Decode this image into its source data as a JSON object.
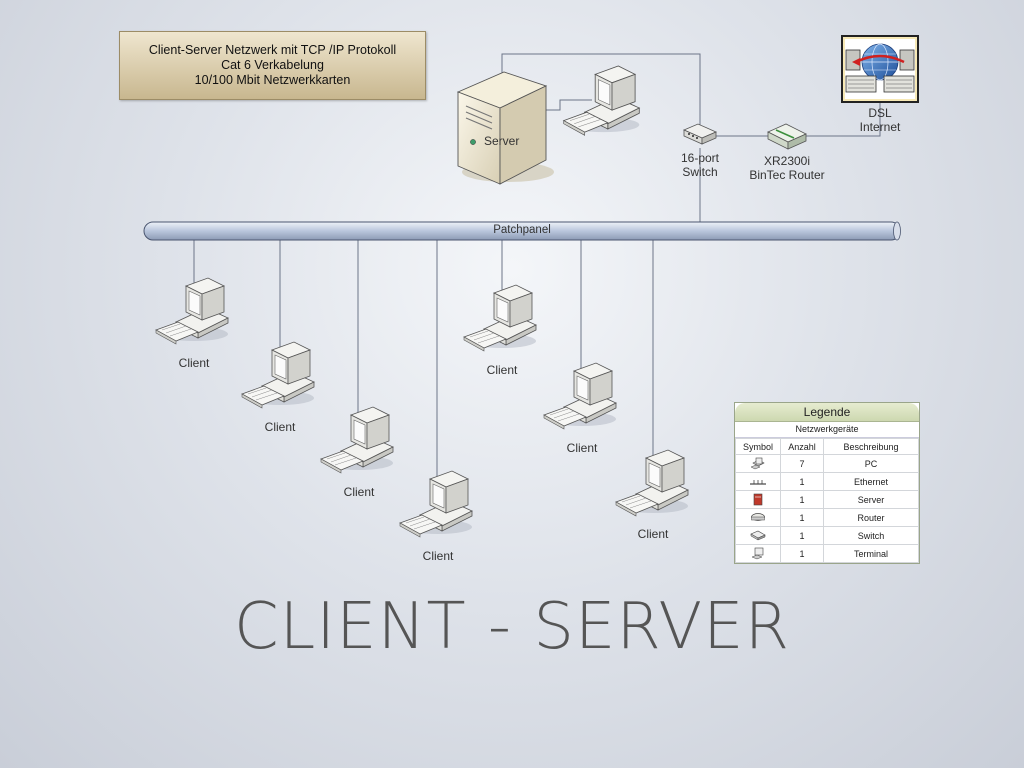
{
  "info_box": {
    "lines": [
      "Client-Server Netzwerk mit TCP /IP Protokoll",
      "Cat 6 Verkabelung",
      "10/100 Mbit Netzwerkkarten"
    ]
  },
  "labels": {
    "server": "Server",
    "switch": [
      "16-port",
      "Switch"
    ],
    "router": [
      "XR2300i",
      "BinTec Router"
    ],
    "internet": [
      "DSL",
      "Internet"
    ],
    "patchpanel": "Patchpanel",
    "client": "Client"
  },
  "clients": [
    "Client",
    "Client",
    "Client",
    "Client",
    "Client",
    "Client",
    "Client"
  ],
  "legend": {
    "title": "Legende",
    "subtitle": "Netzwerkgeräte",
    "columns": [
      "Symbol",
      "Anzahl",
      "Beschreibung"
    ],
    "rows": [
      {
        "icon": "pc-icon",
        "count": "7",
        "desc": "PC"
      },
      {
        "icon": "ethernet-icon",
        "count": "1",
        "desc": "Ethernet"
      },
      {
        "icon": "server-icon",
        "count": "1",
        "desc": "Server"
      },
      {
        "icon": "router-icon",
        "count": "1",
        "desc": "Router"
      },
      {
        "icon": "switch-icon",
        "count": "1",
        "desc": "Switch"
      },
      {
        "icon": "terminal-icon",
        "count": "1",
        "desc": "Terminal"
      }
    ]
  },
  "slide_title": "CLIENT - SERVER",
  "colors": {
    "cable": "#6c7588",
    "patchpanel": "#b9c6dc",
    "info_box": "#d8cba8"
  }
}
